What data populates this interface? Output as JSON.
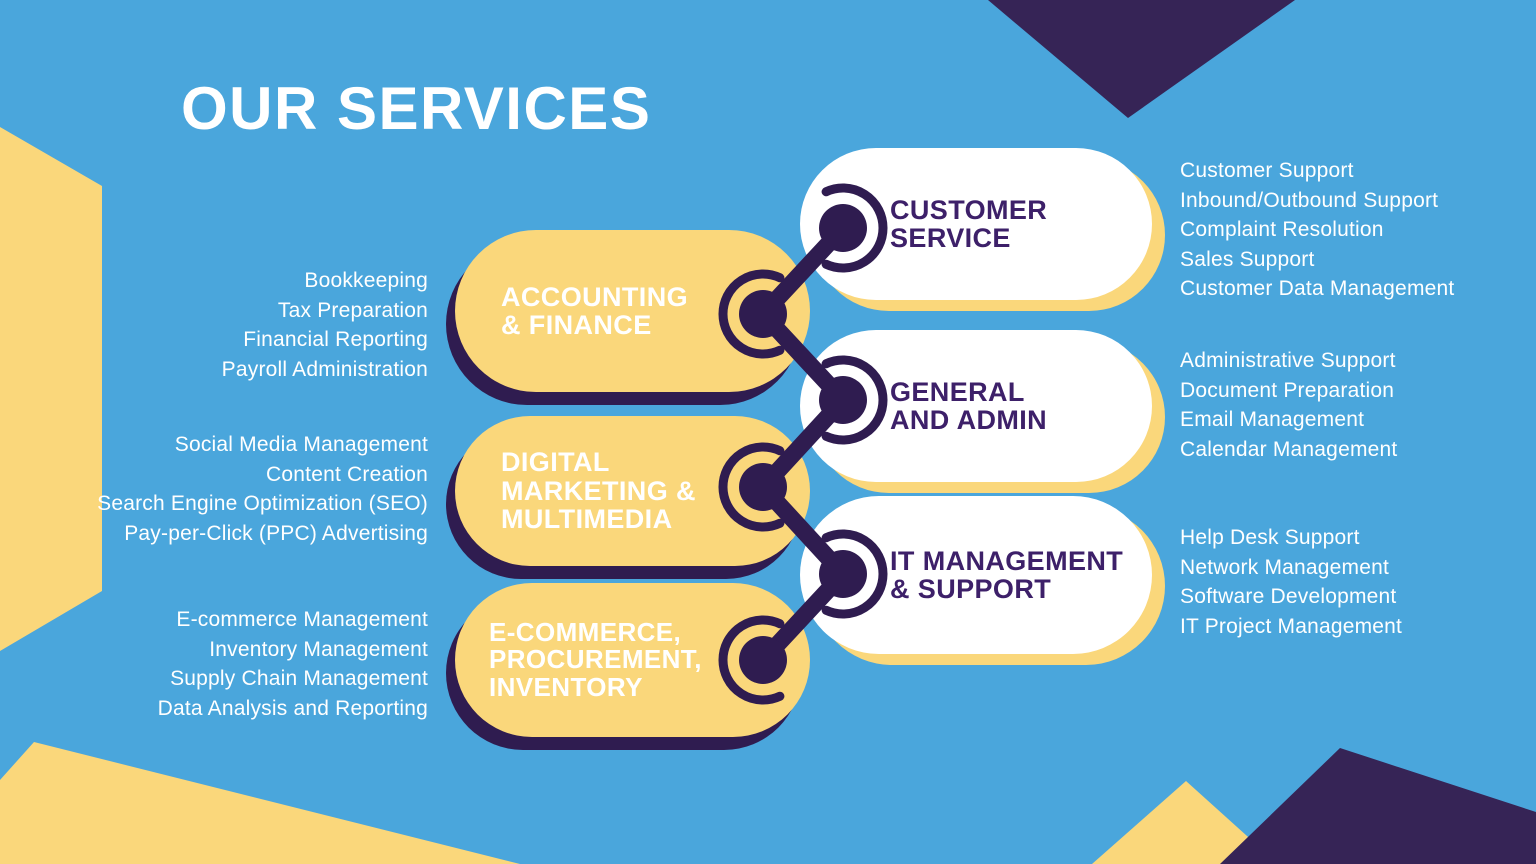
{
  "title": "OUR SERVICES",
  "colors": {
    "background": "#4AA6DC",
    "yellow": "#FAD77B",
    "shape_purple": "#362456",
    "connector_purple": "#2F1C50",
    "heading_purple": "#3D2069",
    "text_white": "#FFFFFF"
  },
  "groups": [
    {
      "id": "accounting-finance",
      "label_lines": [
        "ACCOUNTING",
        "& FINANCE"
      ],
      "services": [
        "Bookkeeping",
        "Tax Preparation",
        "Financial Reporting",
        "Payroll Administration"
      ]
    },
    {
      "id": "digital-marketing-multimedia",
      "label_lines": [
        "DIGITAL",
        "MARKETING &",
        "MULTIMEDIA"
      ],
      "services": [
        "Social Media Management",
        "Content Creation",
        "Search Engine Optimization (SEO)",
        "Pay-per-Click (PPC) Advertising"
      ]
    },
    {
      "id": "ecommerce-procurement-inventory",
      "label_lines": [
        "E-COMMERCE,",
        "PROCUREMENT,",
        "INVENTORY"
      ],
      "services": [
        "E-commerce Management",
        "Inventory Management",
        "Supply Chain Management",
        "Data Analysis and Reporting"
      ]
    },
    {
      "id": "customer-service",
      "label_lines": [
        "CUSTOMER",
        "SERVICE"
      ],
      "services": [
        "Customer Support",
        "Inbound/Outbound Support",
        "Complaint Resolution",
        "Sales Support",
        "Customer Data Management"
      ]
    },
    {
      "id": "general-admin",
      "label_lines": [
        "GENERAL",
        "AND ADMIN"
      ],
      "services": [
        "Administrative Support",
        "Document Preparation",
        "Email Management",
        "Calendar Management"
      ]
    },
    {
      "id": "it-management-support",
      "label_lines": [
        "IT MANAGEMENT",
        "& SUPPORT"
      ],
      "services": [
        "Help Desk Support",
        "Network Management",
        "Software Development",
        "IT Project Management"
      ]
    }
  ]
}
